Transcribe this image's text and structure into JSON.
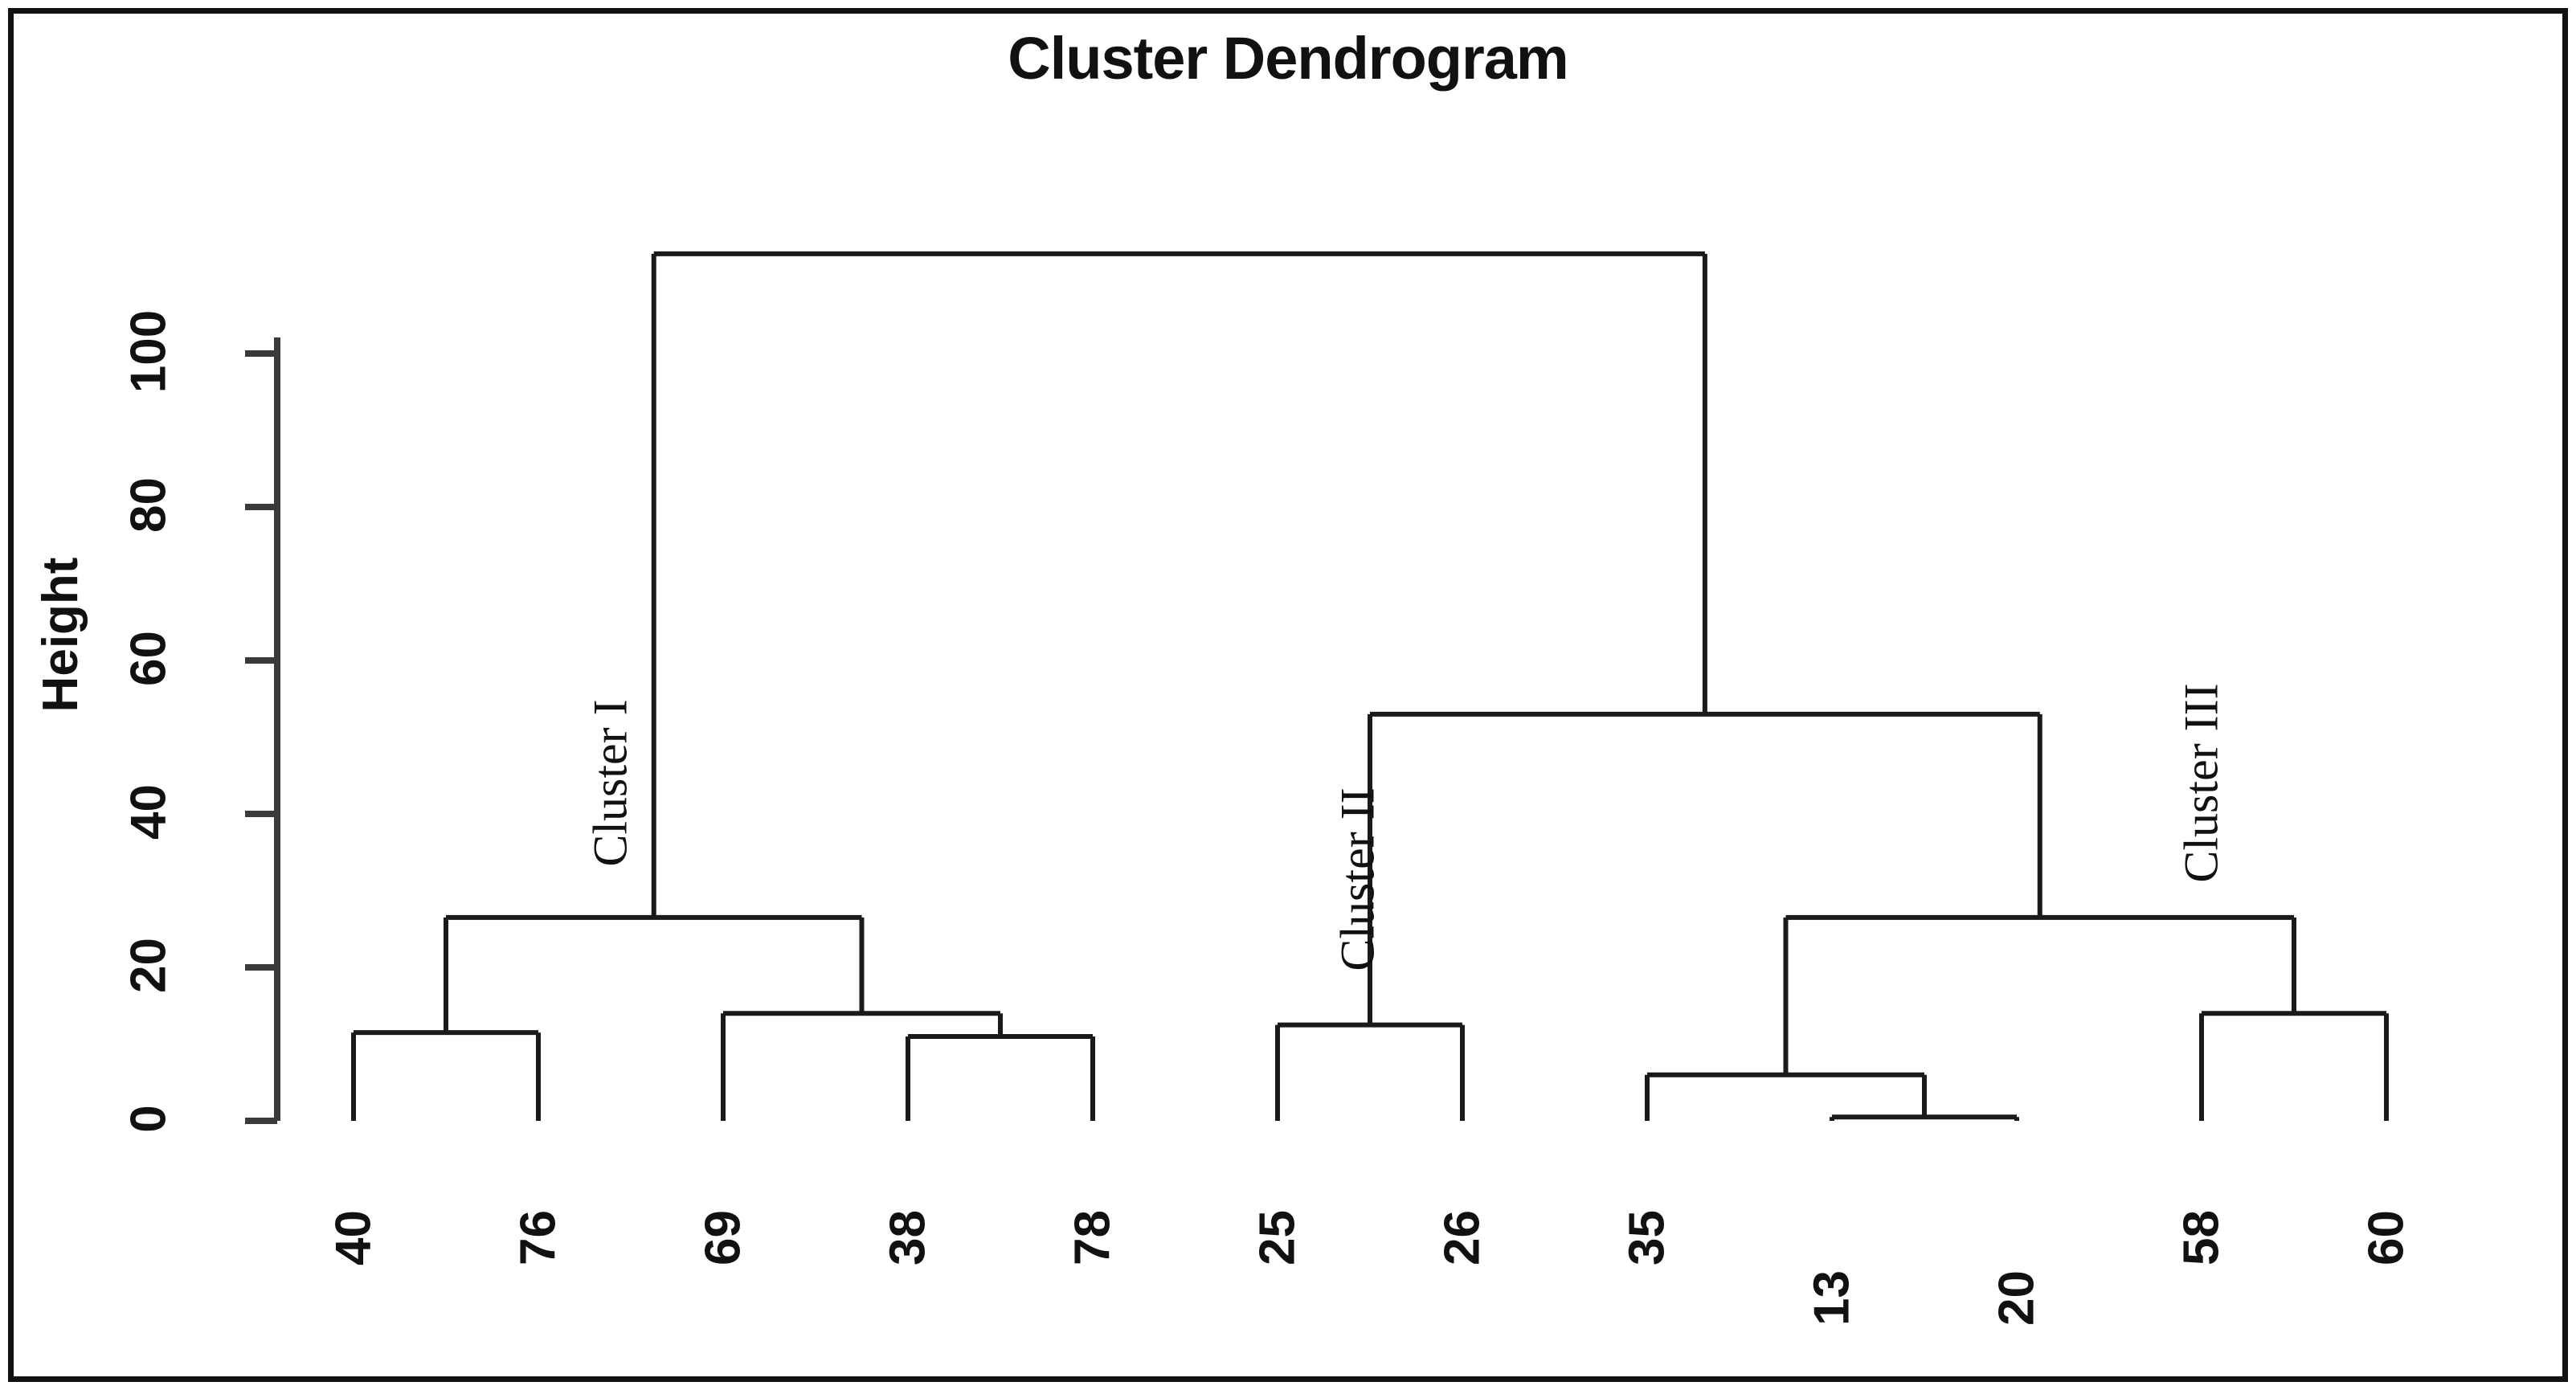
{
  "figure": {
    "title": "Cluster Dendrogram",
    "frame_color": "#111111",
    "line_color": "#1a1a1a",
    "background": "#ffffff"
  },
  "axis": {
    "y_label": "Height",
    "ticks": [
      {
        "value": 0,
        "label": "0"
      },
      {
        "value": 20,
        "label": "20"
      },
      {
        "value": 40,
        "label": "40"
      },
      {
        "value": 60,
        "label": "60"
      },
      {
        "value": 80,
        "label": "80"
      },
      {
        "value": 100,
        "label": "100"
      }
    ]
  },
  "annotations": [
    {
      "id": "cluster-1",
      "label": "Cluster I"
    },
    {
      "id": "cluster-2",
      "label": "Cluster II"
    },
    {
      "id": "cluster-3",
      "label": "Cluster III"
    }
  ],
  "chart_data": {
    "type": "dendrogram",
    "title": "Cluster Dendrogram",
    "xlabel": "",
    "ylabel": "Height",
    "ylim": [
      0,
      115
    ],
    "grid": false,
    "legend": null,
    "orientation": "vertical",
    "leaf_labels": [
      "40",
      "76",
      "69",
      "38",
      "78",
      "25",
      "26",
      "35",
      "13",
      "20",
      "58",
      "60"
    ],
    "leaf_order": [
      40,
      76,
      69,
      38,
      78,
      25,
      26,
      35,
      13,
      20,
      58,
      60
    ],
    "merges": [
      {
        "id": "n1",
        "children": [
          "40",
          "76"
        ],
        "height": 11.5
      },
      {
        "id": "n2",
        "children": [
          "38",
          "78"
        ],
        "height": 11.0
      },
      {
        "id": "n3",
        "children": [
          "69",
          "n2"
        ],
        "height": 14.0
      },
      {
        "id": "n4",
        "children": [
          "n1",
          "n3"
        ],
        "height": 26.5
      },
      {
        "id": "n5",
        "children": [
          "25",
          "26"
        ],
        "height": 12.5
      },
      {
        "id": "n6",
        "children": [
          "13",
          "20"
        ],
        "height": 0.5
      },
      {
        "id": "n7",
        "children": [
          "35",
          "n6"
        ],
        "height": 6.0
      },
      {
        "id": "n8",
        "children": [
          "58",
          "60"
        ],
        "height": 14.0
      },
      {
        "id": "n9",
        "children": [
          "n7",
          "n8"
        ],
        "height": 26.5
      },
      {
        "id": "n10",
        "children": [
          "n5",
          "n9"
        ],
        "height": 53.0
      },
      {
        "id": "n11",
        "children": [
          "n4",
          "n10"
        ],
        "height": 113.0
      }
    ],
    "clusters": [
      {
        "name": "Cluster I",
        "root": "n4",
        "members": [
          "40",
          "76",
          "69",
          "38",
          "78"
        ],
        "height": 26.5
      },
      {
        "name": "Cluster II",
        "root": "n5",
        "members": [
          "25",
          "26"
        ],
        "height": 12.5
      },
      {
        "name": "Cluster III",
        "root": "n9",
        "members": [
          "35",
          "13",
          "20",
          "58",
          "60"
        ],
        "height": 26.5
      }
    ]
  }
}
